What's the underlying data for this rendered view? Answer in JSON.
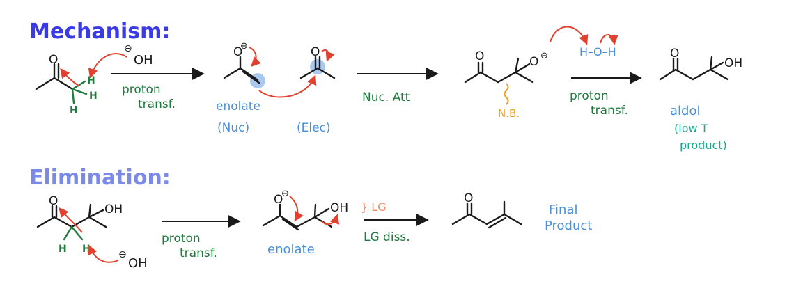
{
  "colors": {
    "black": "#1a1a1a",
    "green": "#1f7a3d",
    "blue": "#4a90d9",
    "red": "#e2412f",
    "orange": "#f0a020",
    "teal": "#1aa88a",
    "title_mech": "#3b3be6",
    "title_elim": "#7b8ae8",
    "lg_salmon": "#f08c6c",
    "highlight": "#a9c8f0"
  },
  "titles": {
    "mechanism": "Mechanism:",
    "elimination": "Elimination:"
  },
  "atoms": {
    "O": "O",
    "H": "H",
    "OH": "OH",
    "minus": "⊖",
    "water": "H–O–H"
  },
  "labels": {
    "proton_transf_1a": "proton",
    "proton_transf_1b": "transf.",
    "enolate_1": "enolate",
    "nuc": "(Nuc)",
    "elec": "(Elec)",
    "nuc_att": "Nuc. Att",
    "nb": "N.B.",
    "proton_transf_2a": "proton",
    "proton_transf_2b": "transf.",
    "aldol": "aldol",
    "low_t_a": "(low T",
    "low_t_b": "product)",
    "proton_transf_3a": "proton",
    "proton_transf_3b": "transf.",
    "enolate_2": "enolate",
    "lg": "} LG",
    "lg_diss": "LG diss.",
    "final_a": "Final",
    "final_b": "Product"
  }
}
